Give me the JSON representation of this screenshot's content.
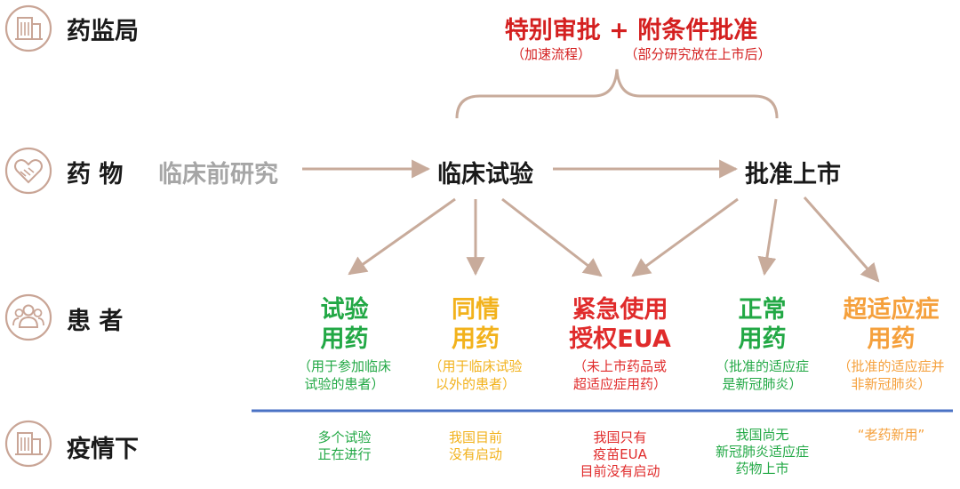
{
  "rows": [
    {
      "label": "药监局",
      "icon": "building-icon"
    },
    {
      "label": "药 物",
      "icon": "handshake-heart-icon"
    },
    {
      "label": "患 者",
      "icon": "people-icon"
    },
    {
      "label": "疫情下",
      "icon": "building-icon"
    }
  ],
  "top": {
    "title": "特别审批 + 附条件批准",
    "note_left": "（加速流程）",
    "note_right": "（部分研究放在上市后）"
  },
  "flow": {
    "preclinical": "临床前研究",
    "clinical": "临床试验",
    "approved": "批准上市"
  },
  "categories": [
    {
      "title": [
        "试验",
        "用药"
      ],
      "note": [
        "（用于参加临床",
        "试验的患者）"
      ],
      "bottom": [
        "多个试验",
        "正在进行"
      ],
      "color": "#22a845"
    },
    {
      "title": [
        "同情",
        "用药"
      ],
      "note": [
        "（用于临床试验",
        "以外的患者）"
      ],
      "bottom": [
        "我国目前",
        "没有启动"
      ],
      "color": "#f2b21c"
    },
    {
      "title": [
        "紧急使用",
        "授权EUA"
      ],
      "note": [
        "（未上市药品或",
        "超适应症用药）"
      ],
      "bottom": [
        "我国只有",
        "疫苗EUA",
        "目前没有启动"
      ],
      "color": "#e02b2b"
    },
    {
      "title": [
        "正常",
        "用药"
      ],
      "note": [
        "（批准的适应症",
        "是新冠肺炎）"
      ],
      "bottom": [
        "我国尚无",
        "新冠肺炎适应症",
        "药物上市"
      ],
      "color": "#22a845"
    },
    {
      "title": [
        "超适应症",
        "用药"
      ],
      "note": [
        "（批准的适应症并",
        "非新冠肺炎）"
      ],
      "bottom": [
        "“老药新用”"
      ],
      "color": "#f5a03c"
    }
  ],
  "colors": {
    "arrow": "#c8ab9b",
    "icon": "#c9a596",
    "divider": "#4a72c4",
    "preclinical": "#a6a6a6",
    "top_red": "#d42020"
  }
}
